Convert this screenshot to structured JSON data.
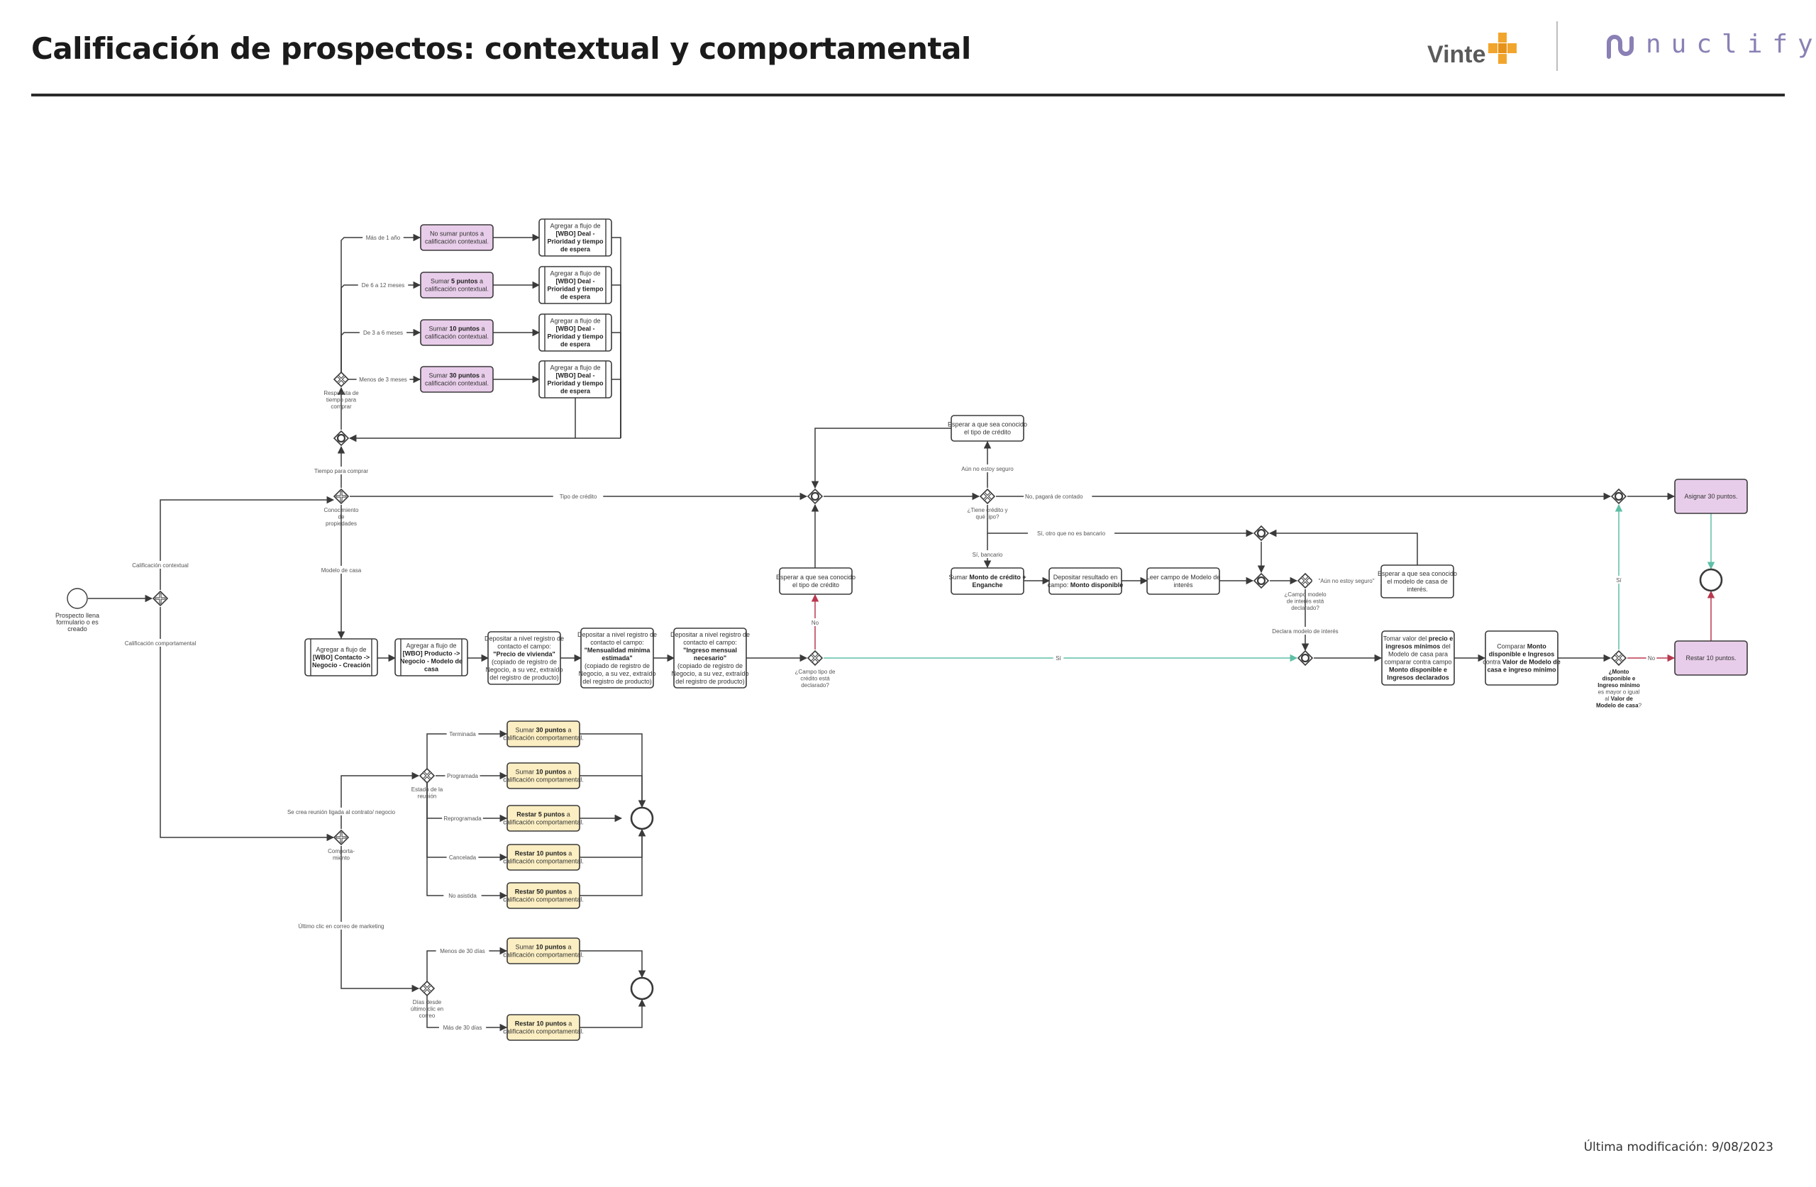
{
  "header": {
    "title": "Calificación de prospectos: contextual y comportamental",
    "logo_left": "Vinte",
    "logo_right": "nuclify"
  },
  "footer": {
    "last_modified": "Última modificación: 9/08/2023"
  },
  "colors": {
    "line": "#3a3a3a",
    "contextual_fill": "#e8cdea",
    "behavioral_fill": "#fbeec2",
    "yes_line": "#5dbfa6",
    "no_line": "#b8384e",
    "accent_orange": "#f2a52c",
    "accent_purple": "#8a80b5"
  },
  "diagram": {
    "start_event": {
      "label": "Prospecto llena formulario o es creado"
    },
    "branch_labels": {
      "contextual": "Calificación contextual",
      "behavioral": "Calificación comportamental"
    },
    "contextual": {
      "gateway_label": "Conocimiento de propiedades",
      "flow_time": "Tiempo para comprar",
      "flow_credit": "Tipo de crédito",
      "flow_model": "Modelo de casa",
      "time_gateway_label": "Respuesta de tiempo para comprar",
      "time_options": [
        {
          "flow": "Más de 1 año",
          "task": [
            "No sumar puntos a",
            "calificación contextual."
          ]
        },
        {
          "flow": "De 6 a 12 meses",
          "task": [
            "Sumar **5 puntos** a",
            "calificación contextual."
          ]
        },
        {
          "flow": "De 3 a 6 meses",
          "task": [
            "Sumar **10 puntos** a",
            "calificación contextual."
          ]
        },
        {
          "flow": "Menos de 3 meses",
          "task": [
            "Sumar **30 puntos** a",
            "calificación contextual."
          ]
        }
      ],
      "subprocess_deal": [
        "Agregar a flujo de",
        "**[WBO] Deal -**",
        "**Prioridad y tiempo**",
        "**de espera**"
      ],
      "model_tasks": [
        {
          "kind": "subprocess",
          "lines": [
            "Agregar a flujo de",
            "**[WBO] Contacto ->**",
            "**Negocio - Creación**"
          ]
        },
        {
          "kind": "subprocess",
          "lines": [
            "Agregar a flujo de",
            "**[WBO] Producto ->**",
            "**Negocio - Modelo de**",
            "**casa**"
          ]
        },
        {
          "kind": "task",
          "lines": [
            "Depositar a nivel registro de",
            "contacto el campo:",
            "**\"Precio de vivienda\"**",
            "(copiado de registro de",
            "Negocio, a su vez, extraído",
            "del registro de producto)"
          ]
        },
        {
          "kind": "task",
          "lines": [
            "Depositar a nivel registro de",
            "contacto el campo:",
            "**\"Mensualidad mínima**",
            "**estimada\"**",
            "(copiado de registro de",
            "Negocio, a su vez, extraído",
            "del registro de producto)"
          ]
        },
        {
          "kind": "task",
          "lines": [
            "Depositar a nivel registro de",
            "contacto el campo:",
            "**\"Ingreso mensual**",
            "**necesario\"**",
            "(copiado de registro de",
            "Negocio, a su vez, extraído",
            "del registro de producto)"
          ]
        }
      ],
      "credit_declared_gateway": "¿Campo tipo de crédito está declarado?",
      "credit_no": "No",
      "credit_yes": "Sí",
      "wait_credit_task": [
        "Esperar a que sea conocido",
        "el tipo de crédito"
      ],
      "has_credit_gateway": "¿Tiene crédito y qué tipo?",
      "credit_unsure": "Aún no estoy seguro",
      "credit_cash": "No, pagará de contado",
      "credit_other": "Sí, otro que no es bancario",
      "credit_bank": "Sí, bancario",
      "bank_tasks": [
        [
          "Sumar **Monto de crédito +**",
          "**Enganche**"
        ],
        [
          "Depositar resultado en",
          "campo: **Monto disponible**"
        ],
        [
          "Leer campo de Modelo de",
          "interés"
        ]
      ],
      "model_declared_gateway": "¿Campo modelo de interés está declarado?",
      "model_unsure": "\"Aún no estoy seguro\"",
      "wait_model_task": [
        "Esperar a que sea conocido",
        "el modelo de casa de",
        "interés."
      ],
      "declares_model": "Declara modelo de interés",
      "compare_tasks": [
        [
          "Tomar valor del **precio e**",
          "**ingresos mínimos** del",
          "Modelo de casa para",
          "comparar contra campo",
          "**Monto disponible e**",
          "**Ingresos declarados**"
        ],
        [
          "Comparar **Monto**",
          "**disponible e Ingresos**",
          "contra **Valor de Modelo de**",
          "**casa e ingreso mínimo**"
        ]
      ],
      "final_gateway": [
        "**¿Monto**",
        "**disponible e**",
        "**Ingreso mínimo**",
        "es mayor o igual",
        "al **Valor de**",
        "**Modelo de casa**?"
      ],
      "final_yes": "Sí",
      "final_no": "No",
      "assign_task": "Asignar 30 puntos.",
      "subtract_task": "Restar 10 puntos."
    },
    "behavioral": {
      "gateway_label": "Comporta-miento",
      "flow_meeting": "Se crea reunión ligada al contrato/ negocio",
      "meeting_gateway": "Estado de la reunión",
      "meeting_options": [
        {
          "flow": "Terminada",
          "task": [
            "Sumar **30 puntos** a",
            "calificación comportamental."
          ]
        },
        {
          "flow": "Programada",
          "task": [
            "Sumar **10 puntos** a",
            "calificación comportamental."
          ]
        },
        {
          "flow": "Reprogramada",
          "task": [
            "**Restar 5 puntos** a",
            "calificación comportamental."
          ]
        },
        {
          "flow": "Cancelada",
          "task": [
            "**Restar 10 puntos** a",
            "calificación comportamental."
          ]
        },
        {
          "flow": "No asistida",
          "task": [
            "**Restar 50 puntos** a",
            "calificación comportamental."
          ]
        }
      ],
      "flow_email": "Último clic en correo de marketing",
      "email_gateway": "Días desde último clic en correo",
      "email_options": [
        {
          "flow": "Menos de 30 días",
          "task": [
            "Sumar **10 puntos** a",
            "calificación comportamental."
          ]
        },
        {
          "flow": "Más de 30 días",
          "task": [
            "**Restar 10 puntos** a",
            "calificación comportamental."
          ]
        }
      ]
    }
  }
}
